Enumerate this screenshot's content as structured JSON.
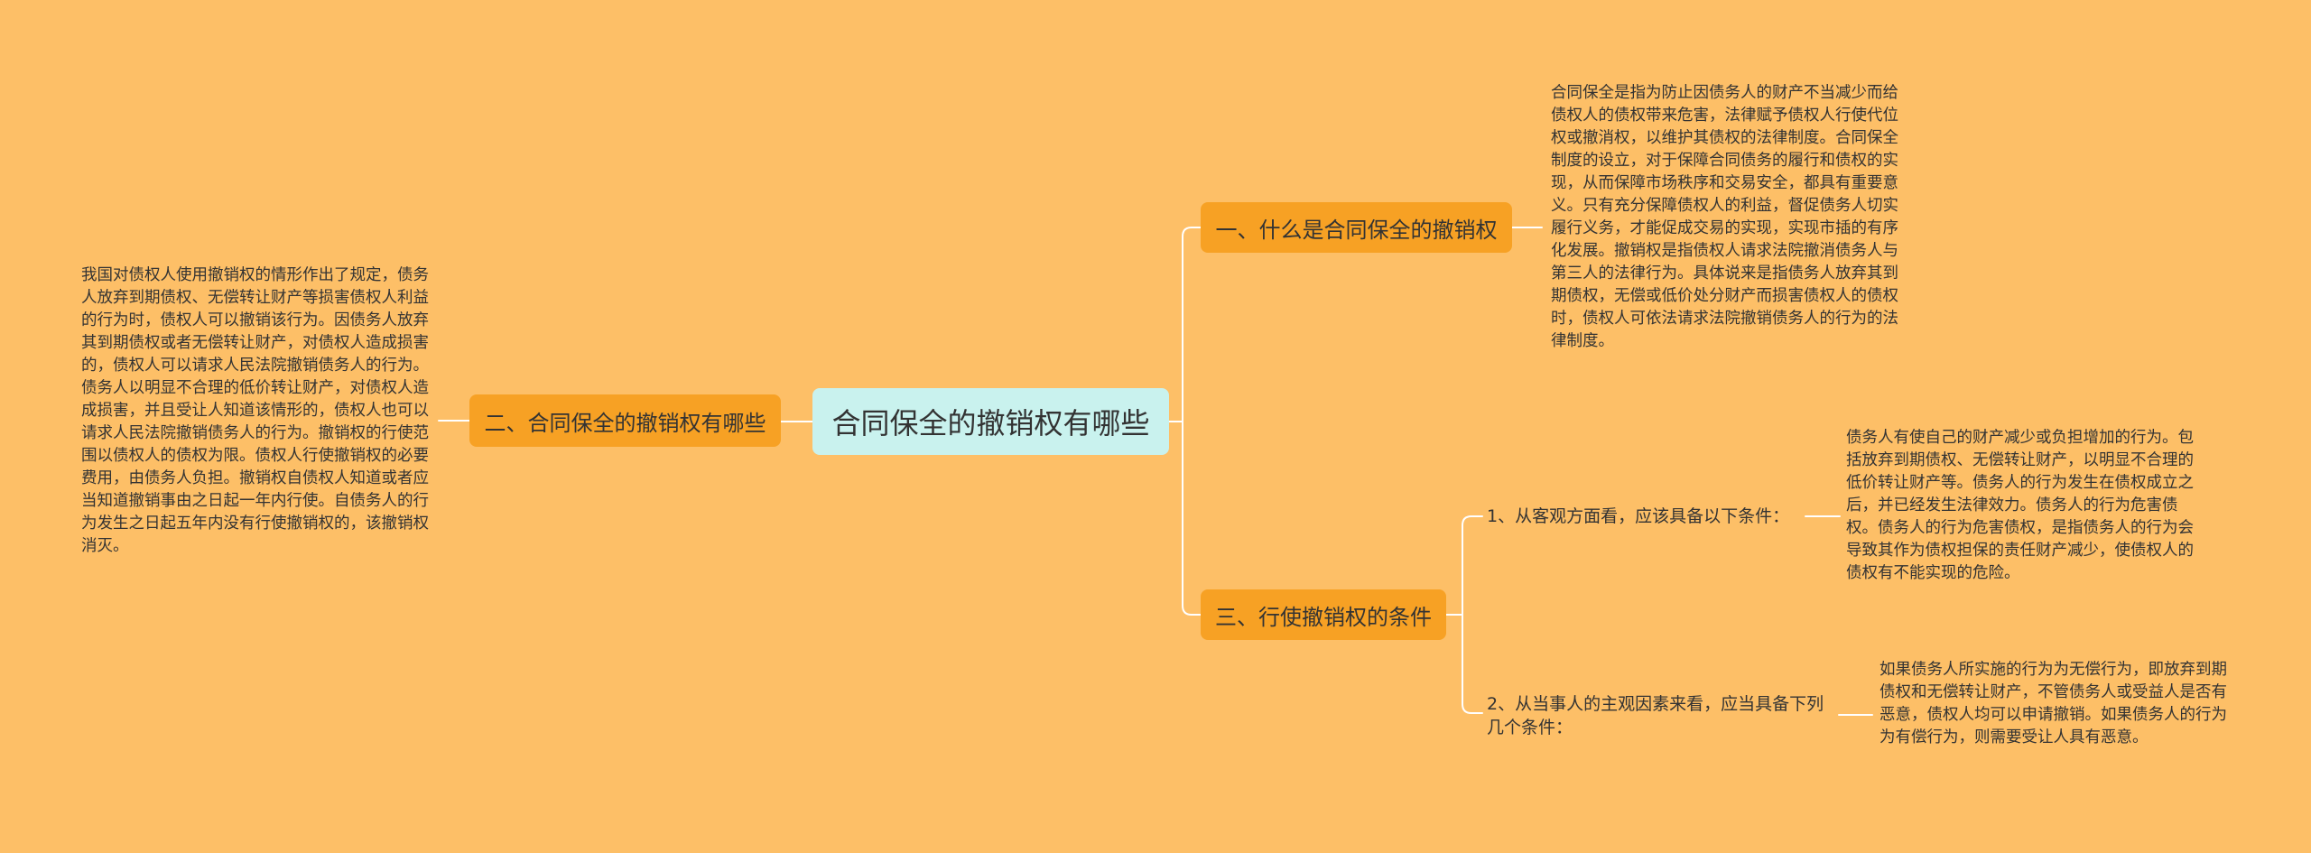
{
  "colors": {
    "background": "#FDBF67",
    "root_fill": "#C9F2EE",
    "branch_fill": "#F7A124",
    "connector": "#FFFFFF"
  },
  "root": {
    "label": "合同保全的撤销权有哪些"
  },
  "branches": [
    {
      "label": "一、什么是合同保全的撤销权",
      "detail": "合同保全是指为防止因债务人的财产不当减少而给债权人的债权带来危害，法律赋予债权人行使代位权或撤消权，以维护其债权的法律制度。合同保全制度的设立，对于保障合同债务的履行和债权的实现，从而保障市场秩序和交易安全，都具有重要意义。只有充分保障债权人的利益，督促债务人切实履行义务，才能促成交易的实现，实现市插的有序化发展。撤销权是指债权人请求法院撤消债务人与第三人的法律行为。具体说来是指债务人放弃其到期债权，无偿或低价处分财产而损害债权人的债权时，债权人可依法请求法院撤销债务人的行为的法律制度。"
    },
    {
      "label": "二、合同保全的撤销权有哪些",
      "detail": "我国对债权人使用撤销权的情形作出了规定，债务人放弃到期债权、无偿转让财产等损害债权人利益的行为时，债权人可以撤销该行为。因债务人放弃其到期债权或者无偿转让财产，对债权人造成损害的，债权人可以请求人民法院撤销债务人的行为。债务人以明显不合理的低价转让财产，对债权人造成损害，并且受让人知道该情形的，债权人也可以请求人民法院撤销债务人的行为。撤销权的行使范围以债权人的债权为限。债权人行使撤销权的必要费用，由债务人负担。撤销权自债权人知道或者应当知道撤销事由之日起一年内行使。自债务人的行为发生之日起五年内没有行使撤销权的，该撤销权消灭。"
    },
    {
      "label": "三、行使撤销权的条件",
      "children": [
        {
          "label": "1、从客观方面看，应该具备以下条件：",
          "detail": "债务人有使自己的财产减少或负担增加的行为。包括放弃到期债权、无偿转让财产，以明显不合理的低价转让财产等。债务人的行为发生在债权成立之后，并已经发生法律效力。债务人的行为危害债权。债务人的行为危害债权，是指债务人的行为会导致其作为债权担保的责任财产减少，使债权人的债权有不能实现的危险。"
        },
        {
          "label": "2、从当事人的主观因素来看，应当具备下列几个条件：",
          "detail": "如果债务人所实施的行为为无偿行为，即放弃到期债权和无偿转让财产，不管债务人或受益人是否有恶意，债权人均可以申请撤销。如果债务人的行为为有偿行为，则需要受让人具有恶意。"
        }
      ]
    }
  ]
}
